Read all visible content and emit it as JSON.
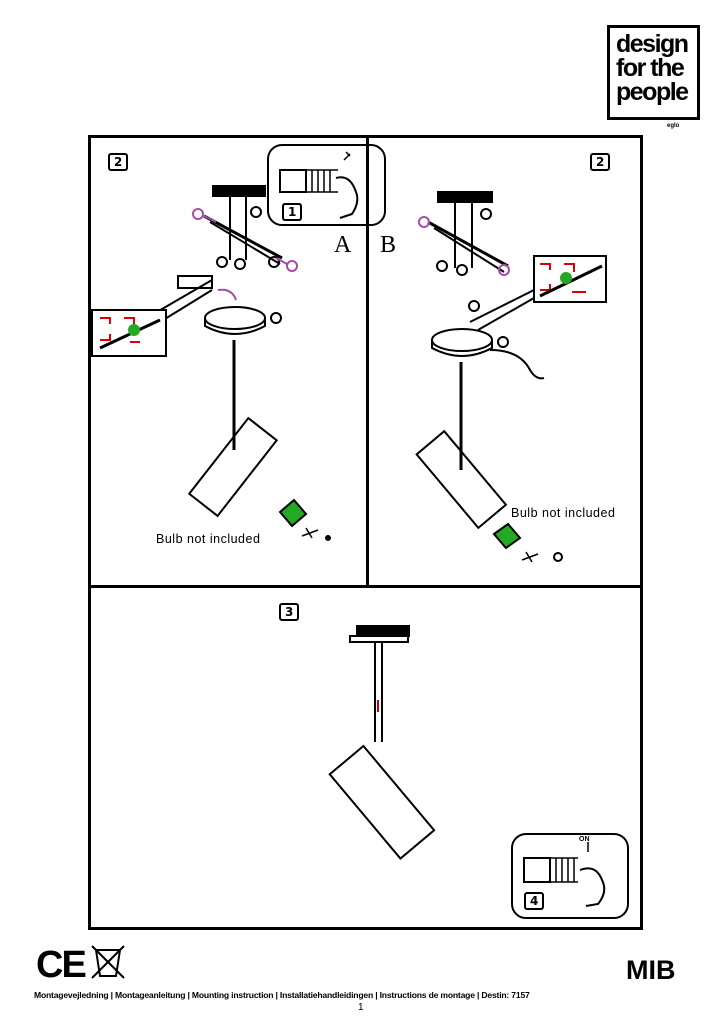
{
  "brand": {
    "logo_lines": [
      "design",
      "for the",
      "people"
    ],
    "logo_sub": "eglo",
    "model": "MIB"
  },
  "panels": {
    "a": {
      "step": "2",
      "letter": "A",
      "note": "Bulb not included",
      "inset_step": "1"
    },
    "b": {
      "step": "2",
      "letter": "B",
      "note": "Bulb not included"
    },
    "c": {
      "step": "3",
      "inset_step": "4",
      "switch_label": "ON"
    }
  },
  "footer": {
    "text": "Montagevejledning | Montageanleitung | Mounting instruction | Installatiehandleidingen | Instructions de montage | Destin: 7157",
    "page": "1"
  },
  "marks": {
    "ce": "CE",
    "weee": "weee-bin-icon"
  }
}
